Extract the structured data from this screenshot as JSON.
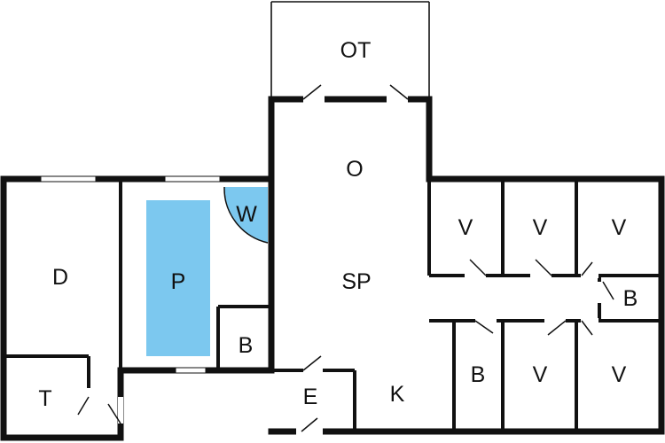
{
  "floorplan": {
    "accent_colors": {
      "pool": "#7cc8ef",
      "whirlpool": "#7cc8ef",
      "walls": "#111111",
      "background": "#ffffff"
    },
    "rooms": {
      "ot": "OT",
      "o": "O",
      "sp": "SP",
      "k": "K",
      "e": "E",
      "d": "D",
      "t": "T",
      "p": "P",
      "w": "W",
      "b_pool": "B",
      "v_top_1": "V",
      "v_top_2": "V",
      "v_top_3": "V",
      "b_right": "B",
      "b_bottom": "B",
      "v_bottom_1": "V",
      "v_bottom_2": "V"
    }
  }
}
